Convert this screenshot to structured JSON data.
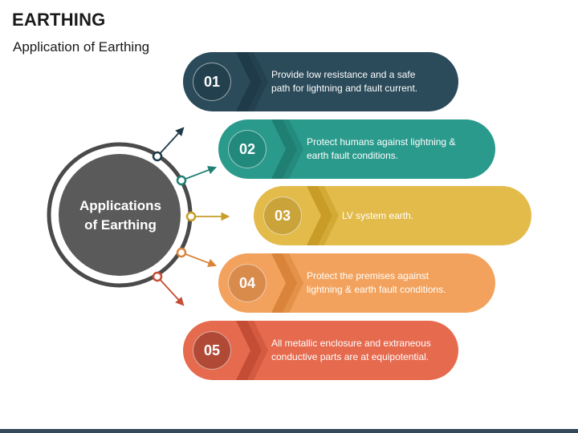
{
  "header": {
    "title": "EARTHING",
    "subtitle": "Application of Earthing"
  },
  "center": {
    "label_line1": "Applications",
    "label_line2": "of Earthing"
  },
  "items": [
    {
      "number": "01",
      "text": "Provide low resistance and a safe path for lightning and fault current.",
      "color": "#2b4a5a",
      "dark": "#1f3a48",
      "circle": "#23404e"
    },
    {
      "number": "02",
      "text": "Protect humans against lightning & earth fault conditions.",
      "color": "#2a9a8c",
      "dark": "#1f7f73",
      "circle": "#228a7d"
    },
    {
      "number": "03",
      "text": "LV system earth.",
      "color": "#e3bb4b",
      "dark": "#c99c28",
      "circle": "#caa33a"
    },
    {
      "number": "04",
      "text": "Protect the premises against lightning & earth fault conditions.",
      "color": "#f2a25c",
      "dark": "#d9843a",
      "circle": "#d98b4c"
    },
    {
      "number": "05",
      "text": "All metallic enclosure and extraneous conductive parts are at equipotential.",
      "color": "#e66a4e",
      "dark": "#c44e35",
      "circle": "#b04a36"
    }
  ],
  "colors": {
    "center_fill": "#5a5a5a",
    "ring": "#4a4a4a",
    "bottom_bar": "#34495a"
  }
}
